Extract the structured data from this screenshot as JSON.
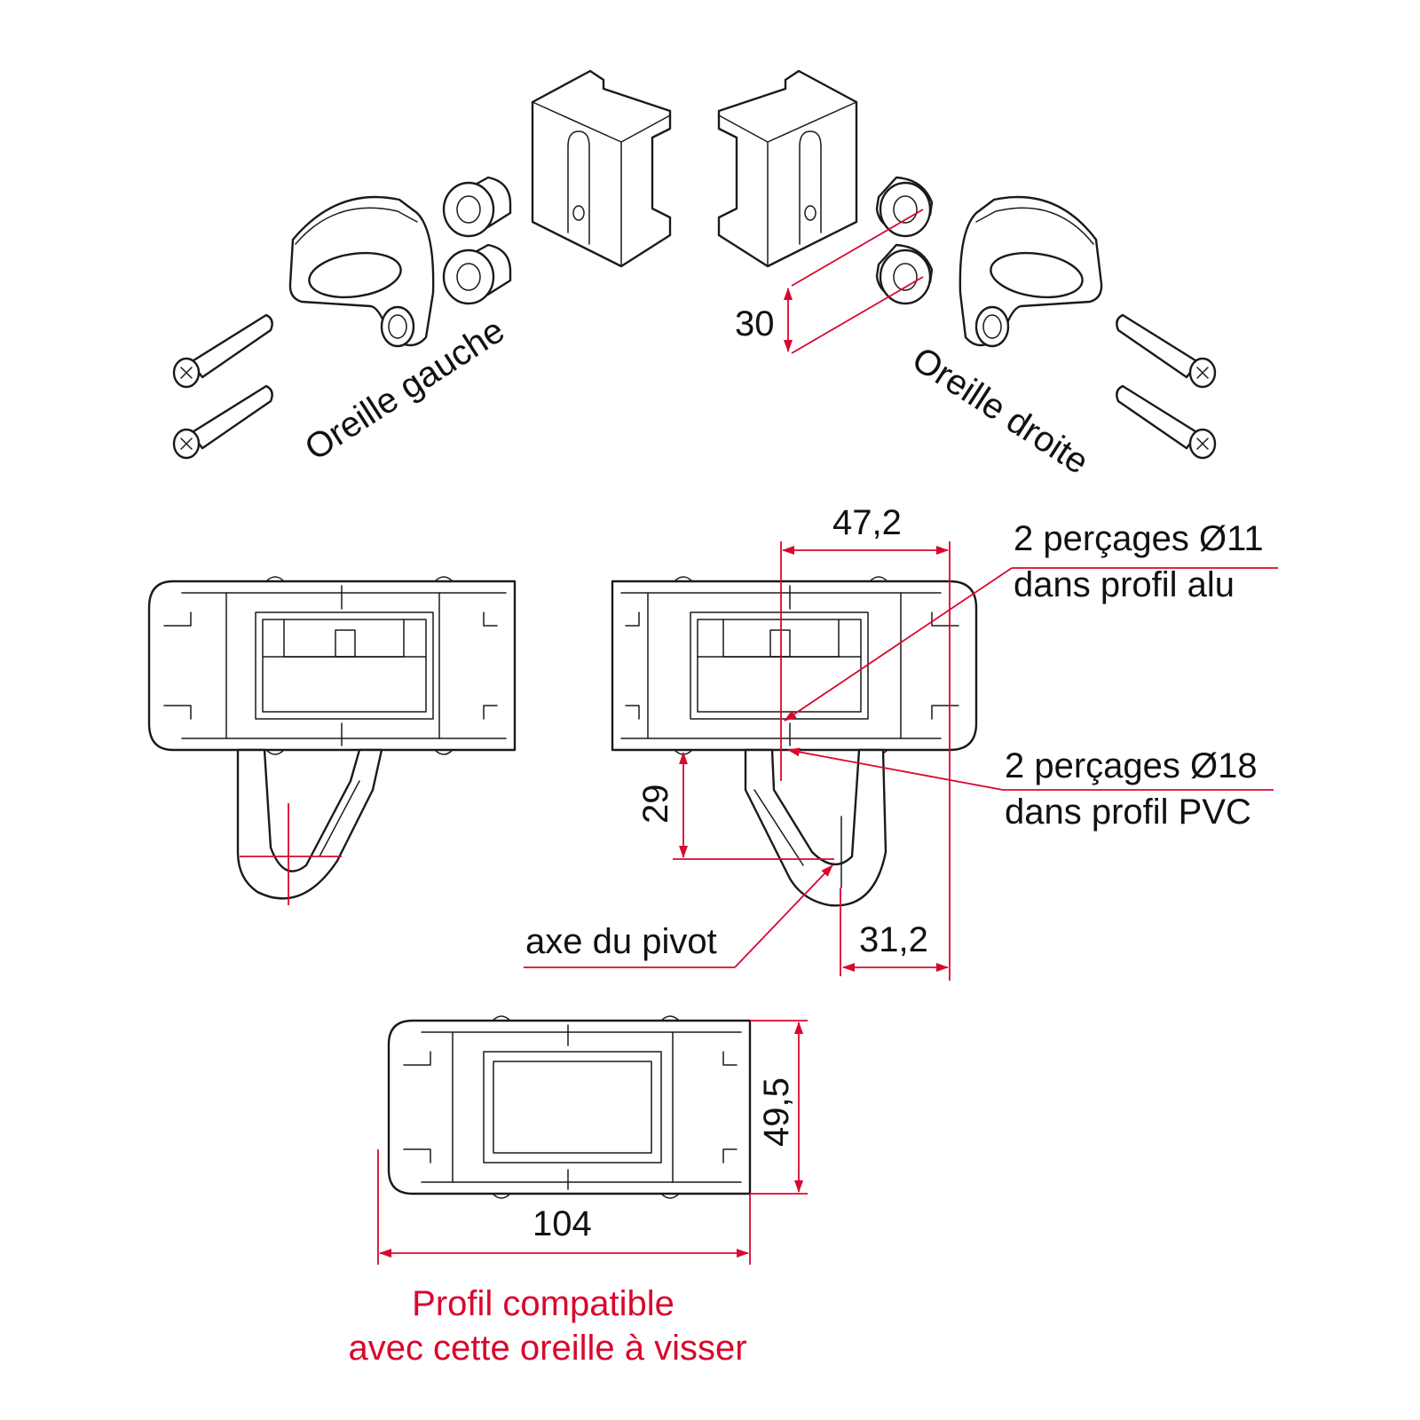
{
  "labels": {
    "left_ear": "Oreille gauche",
    "right_ear": "Oreille droite",
    "drill_alu_line1": "2 perçages Ø11",
    "drill_alu_line2": "dans profil alu",
    "drill_pvc_line1": "2 perçages Ø18",
    "drill_pvc_line2": "dans profil PVC",
    "pivot_axis": "axe du pivot",
    "compatible_line1": "Profil compatible",
    "compatible_line2": "avec cette oreille à visser"
  },
  "dimensions": {
    "spacer_height": "30",
    "hole_offset": "47,2",
    "pivot_height": "29",
    "pivot_offset": "31,2",
    "profile_height": "49,5",
    "profile_width": "104"
  },
  "colors": {
    "annotation": "#d9072e",
    "outline": "#1a1a1a"
  }
}
